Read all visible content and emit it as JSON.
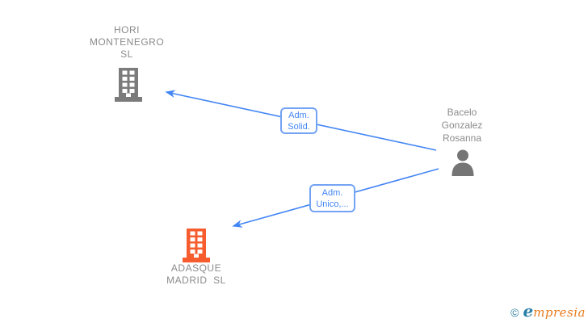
{
  "diagram": {
    "nodes": [
      {
        "id": "hori-montenegro-sl",
        "type": "company",
        "name": "HORI MONTENEGRO SL",
        "lines": [
          "HORI",
          "MONTENEGRO",
          "SL"
        ],
        "icon": "building-icon",
        "icon_color": "#7b7b7b"
      },
      {
        "id": "bacelo-gonzalez-rosanna",
        "type": "person",
        "name": "Bacelo Gonzalez Rosanna",
        "lines": [
          "Bacelo",
          "Gonzalez",
          "Rosanna"
        ],
        "icon": "person-icon",
        "icon_color": "#757575"
      },
      {
        "id": "adasque-madrid-sl",
        "type": "company",
        "name": "ADASQUE MADRID SL",
        "lines": [
          "ADASQUE",
          "MADRID  SL"
        ],
        "icon": "building-icon",
        "icon_color": "#f75c2e"
      }
    ],
    "edges": [
      {
        "from": "Bacelo Gonzalez Rosanna",
        "to": "HORI MONTENEGRO SL",
        "label": "Adm. Solid.",
        "label_lines": [
          "Adm.",
          "Solid."
        ]
      },
      {
        "from": "Bacelo Gonzalez Rosanna",
        "to": "ADASQUE MADRID SL",
        "label": "Adm. Unico,...",
        "label_lines": [
          "Adm.",
          "Unico,..."
        ]
      }
    ],
    "colors": {
      "edge_line": "#4285f4",
      "edge_label_text": "#4285f4",
      "edge_label_border": "#74a3f3",
      "node_label_text": "#8b8b8b",
      "company_gray": "#7b7b7b",
      "company_orange": "#f75c2e",
      "person_gray": "#757575",
      "background": "#ffffff"
    }
  },
  "watermark": {
    "copyright": "©",
    "brand_e": "e",
    "brand_rest": "mpresia",
    "teal": "#2a7fa8",
    "orange": "#e87c1e"
  }
}
